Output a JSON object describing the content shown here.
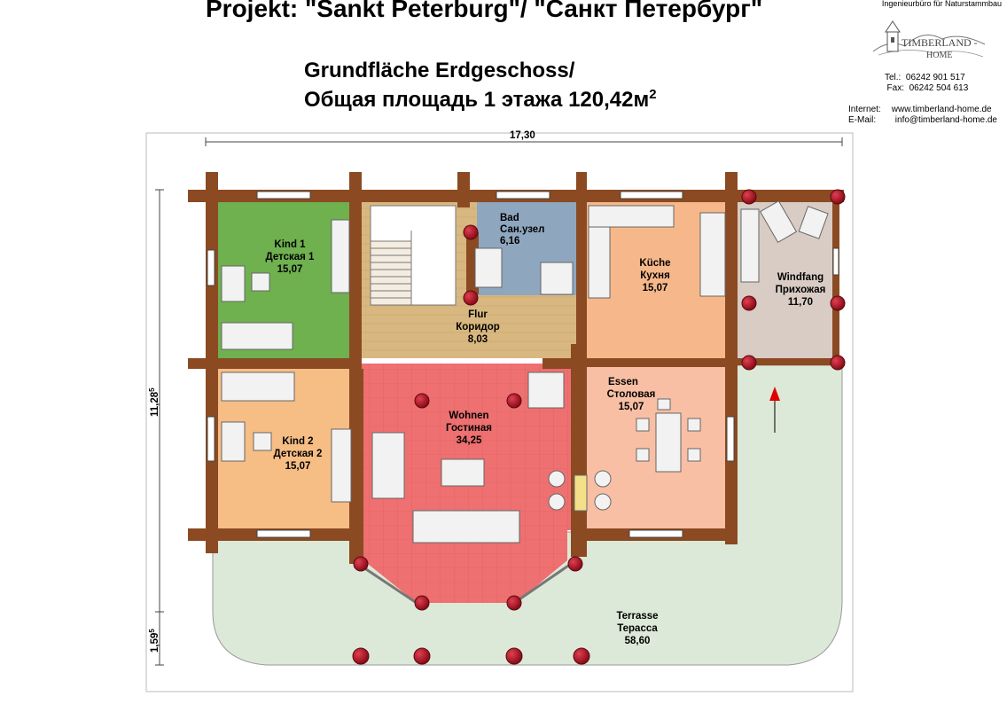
{
  "header": {
    "title": "Projekt: \"Sankt Peterburg\"/ \"Санкт Петербург\"",
    "subtitle_line1": "Grundfläche Erdgeschoss/",
    "subtitle_line2_text": "Общая площадь 1 этажа   120,42м",
    "subtitle_line2_sup": "2"
  },
  "company": {
    "tagline": "Ingenieurbüro für Naturstammbau",
    "logo_line1": "TIMBERLAND -",
    "logo_line2": "HOME",
    "tel_label": "Tel.:",
    "tel_value": "06242 901 517",
    "fax_label": "Fax:",
    "fax_value": "06242 504 613",
    "internet_label": "Internet:",
    "internet_value": "www.timberland-home.de",
    "email_label": "E-Mail:",
    "email_value": "info@timberland-home.de"
  },
  "dimensions": {
    "width": "17,30",
    "height_main": "11,28",
    "height_main_sup": "5",
    "height_terrace": "1,59",
    "height_terrace_sup": "5"
  },
  "rooms": {
    "kind1": {
      "name_de": "Kind 1",
      "name_ru": "Детская 1",
      "area": "15,07"
    },
    "bad": {
      "name_de": "Bad",
      "name_ru": "Сан.узел",
      "area": "6,16"
    },
    "kueche": {
      "name_de": "Küche",
      "name_ru": "Кухня",
      "area": "15,07"
    },
    "windfang": {
      "name_de": "Windfang",
      "name_ru": "Прихожая",
      "area": "11,70"
    },
    "flur": {
      "name_de": "Flur",
      "name_ru": "Коридор",
      "area": "8,03"
    },
    "essen": {
      "name_de": "Essen",
      "name_ru": "Столовая",
      "area": "15,07"
    },
    "wohnen": {
      "name_de": "Wohnen",
      "name_ru": "Гостиная",
      "area": "34,25"
    },
    "kind2": {
      "name_de": "Kind 2",
      "name_ru": "Детская 2",
      "area": "15,07"
    },
    "terrasse": {
      "name_de": "Terrasse",
      "name_ru": "Терасса",
      "area": "58,60"
    }
  },
  "colors": {
    "wall": "#8b4a22",
    "kind1": "#6fb04f",
    "bad": "#8fa6bf",
    "kueche": "#f6b88a",
    "windfang": "#d8ccc4",
    "flur": "#d8b880",
    "essen": "#f8bfa4",
    "wohnen": "#ee7070",
    "kind2": "#f6bd85",
    "terrasse": "#dde9d8",
    "column": "#a01020"
  }
}
